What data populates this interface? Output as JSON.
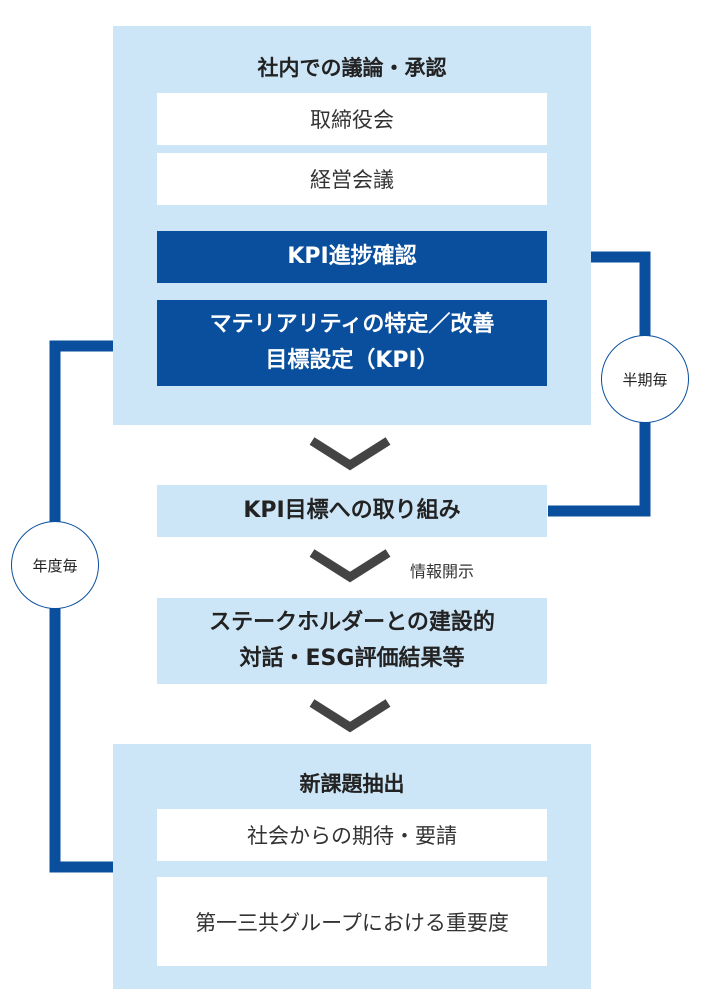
{
  "top_panel": {
    "title": "社内での議論・承認",
    "board": "取締役会",
    "mgmt_meeting": "経営会議",
    "kpi_check": "KPI進捗確認",
    "materiality_line1": "マテリアリティの特定／改善",
    "materiality_line2": "目標設定（KPI）"
  },
  "kpi_effort": "KPI目標への取り組み",
  "disclosure": "情報開示",
  "dialogue_line1": "ステークホルダーとの建設的",
  "dialogue_line2": "対話・ESG評価結果等",
  "bottom_panel": {
    "title": "新課題抽出",
    "expectations": "社会からの期待・要請",
    "importance": "第一三共グループにおける重要度"
  },
  "cycle_half": "半期毎",
  "cycle_year": "年度毎",
  "colors": {
    "dark_blue": "#0a4f9e",
    "light_blue": "#cde6f7"
  }
}
